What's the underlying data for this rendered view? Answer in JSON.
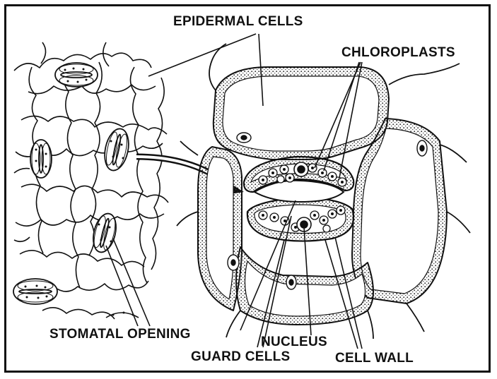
{
  "labels": {
    "epidermal_cells": "EPIDERMAL CELLS",
    "chloroplasts": "CHLOROPLASTS",
    "stomatal_opening": "STOMATAL OPENING",
    "nucleus": "NUCLEUS",
    "guard_cells": "GUARD CELLS",
    "cell_wall": "CELL WALL"
  },
  "colors": {
    "ink": "#111111",
    "paper": "#ffffff"
  }
}
